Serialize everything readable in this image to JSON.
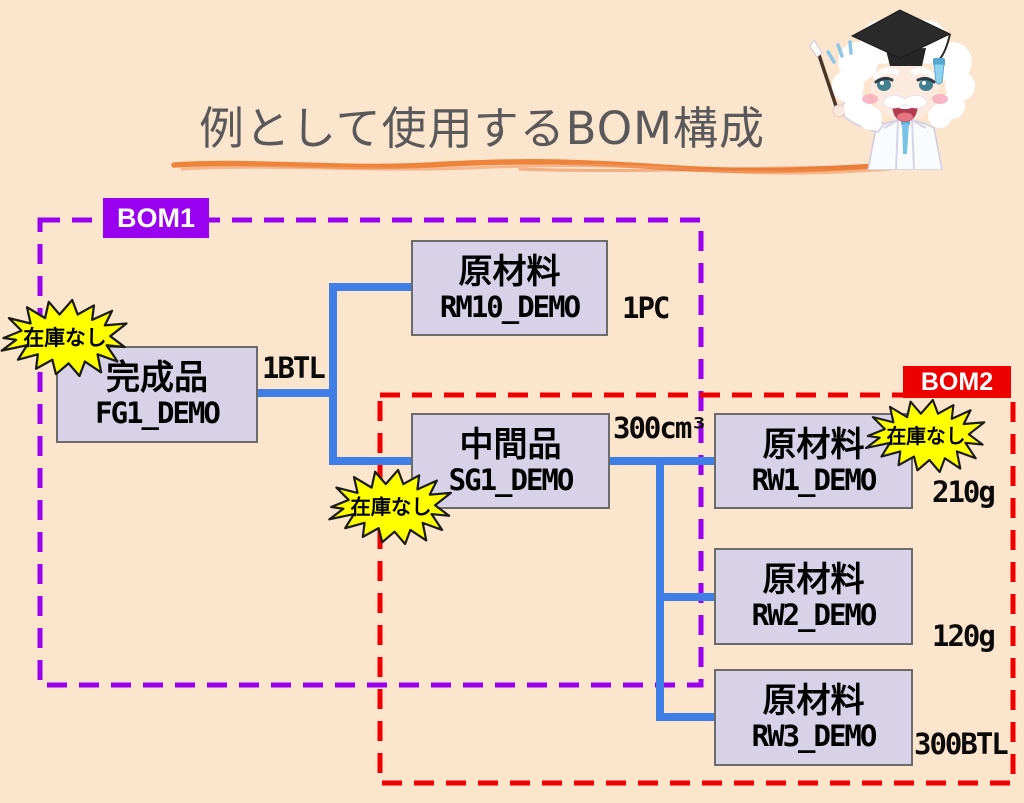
{
  "title": "例として使用するBOM構成",
  "groups": {
    "bom1": {
      "label": "BOM1"
    },
    "bom2": {
      "label": "BOM2"
    }
  },
  "nodes": {
    "fg1": {
      "type": "完成品",
      "code": "FG1_DEMO",
      "qty": "1BTL"
    },
    "rm10": {
      "type": "原材料",
      "code": "RM10_DEMO",
      "qty": "1PC"
    },
    "sg1": {
      "type": "中間品",
      "code": "SG1_DEMO",
      "qty": "300cm³"
    },
    "rw1": {
      "type": "原材料",
      "code": "RW1_DEMO",
      "qty": "210g"
    },
    "rw2": {
      "type": "原材料",
      "code": "RW2_DEMO",
      "qty": "120g"
    },
    "rw3": {
      "type": "原材料",
      "code": "RW3_DEMO",
      "qty": "300BTL"
    }
  },
  "badges": {
    "no_stock": "在庫なし"
  },
  "mascot": {
    "name": "professor-character"
  },
  "colors": {
    "background": "#fce5cd",
    "node_fill": "#d8d2e8",
    "node_border": "#6b6b6b",
    "bom1_accent": "#9900f0",
    "bom2_accent": "#ef0000",
    "connector_blue": "#3f7ee6",
    "badge_yellow": "#ffff00",
    "underline_orange": "#ed7d31",
    "title_gray": "#59595b"
  }
}
